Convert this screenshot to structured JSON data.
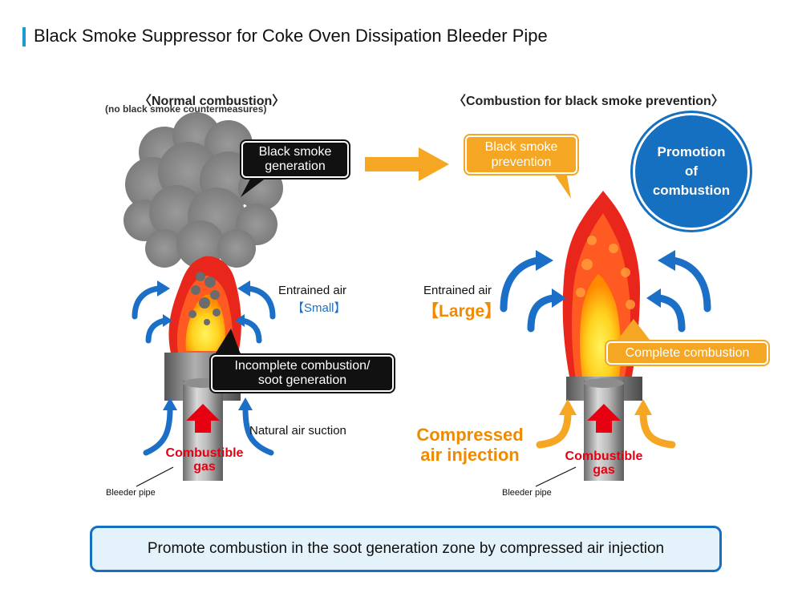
{
  "title": "Black Smoke Suppressor for Coke Oven Dissipation Bleeder Pipe",
  "left_panel": {
    "heading": "〈Normal combustion〉",
    "subheading": "(no black smoke countermeasures)",
    "callout_smoke": [
      "Black smoke",
      "generation"
    ],
    "entrained_air_label": "Entrained air",
    "entrained_air_size": "【Small】",
    "callout_incomplete": [
      "Incomplete combustion/",
      "soot generation"
    ],
    "natural_air_label": "Natural air suction",
    "gas_label": [
      "Combustible",
      "gas"
    ],
    "pipe_label": "Bleeder pipe"
  },
  "right_panel": {
    "heading": "〈Combustion for black smoke prevention〉",
    "callout_prevention": [
      "Black smoke",
      "prevention"
    ],
    "circle_label": [
      "Promotion",
      "of",
      "combustion"
    ],
    "entrained_air_label": "Entrained air",
    "entrained_air_size": "【Large】",
    "callout_complete": "Complete combustion",
    "compressed_label": [
      "Compressed",
      "air injection"
    ],
    "gas_label": [
      "Combustible",
      "gas"
    ],
    "pipe_label": "Bleeder pipe"
  },
  "bottom_text": "Promote combustion in the soot generation zone by compressed air injection",
  "colors": {
    "accent_blue": "#1570c1",
    "arrow_blue": "#1b6fc7",
    "orange": "#f5a623",
    "red": "#e60012",
    "smoke_gray": "#8a8a8a"
  }
}
